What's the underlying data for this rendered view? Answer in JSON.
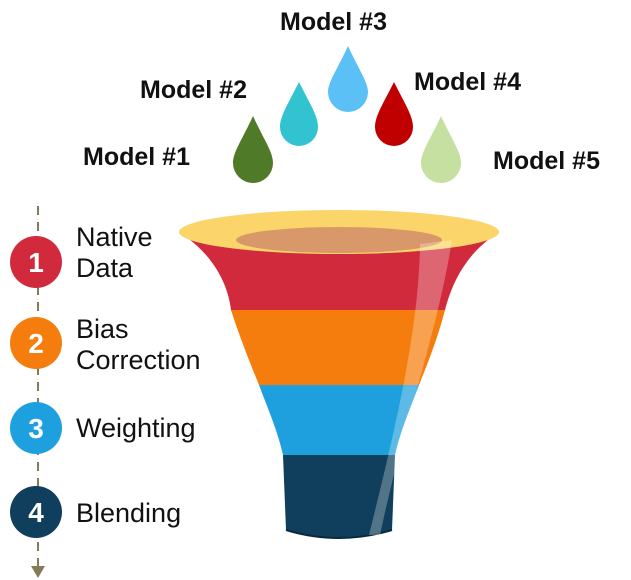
{
  "models": [
    {
      "label": "Model #1",
      "color": "#4f7a28"
    },
    {
      "label": "Model #2",
      "color": "#31c3cf"
    },
    {
      "label": "Model #3",
      "color": "#5bc0f5"
    },
    {
      "label": "Model #4",
      "color": "#c00000"
    },
    {
      "label": "Model #5",
      "color": "#c5e0a0"
    }
  ],
  "steps": [
    {
      "number": "1",
      "lines": [
        "Native",
        "Data"
      ],
      "color": "#d12a3c"
    },
    {
      "number": "2",
      "lines": [
        "Bias",
        "Correction"
      ],
      "color": "#f57d0e"
    },
    {
      "number": "3",
      "lines": [
        "Weighting"
      ],
      "color": "#1fa0de"
    },
    {
      "number": "4",
      "lines": [
        "Blending"
      ],
      "color": "#0f3f5c"
    }
  ],
  "funnel": {
    "rim_color": "#fbd46a",
    "inner_color": "#d9986a",
    "band_colors": [
      "#d12a3c",
      "#f57d0e",
      "#1fa0de",
      "#0f3f5c"
    ]
  },
  "timeline": {
    "color": "#857a5a"
  }
}
